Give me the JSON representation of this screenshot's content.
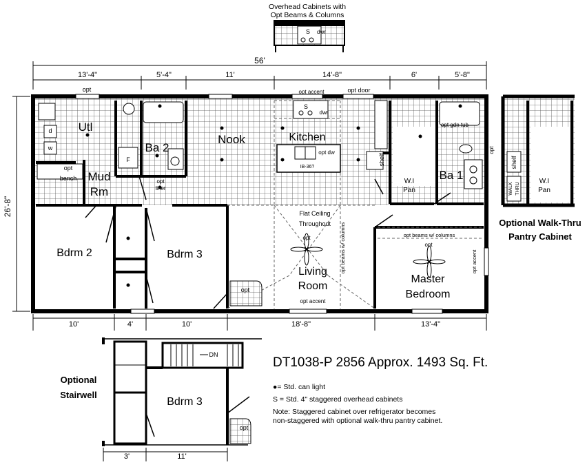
{
  "top_detail": {
    "title_line1": "Overhead Cabinets with",
    "title_line2": "Opt Beams & Columns",
    "s": "S",
    "dwr": "dwr"
  },
  "dims": {
    "overall_width": "56'",
    "overall_depth": "26'-8\"",
    "top": [
      "13'-4\"",
      "5'-4\"",
      "11'",
      "14'-8\"",
      "6'",
      "5'-8\""
    ],
    "bottom": [
      "10'",
      "4'",
      "10'",
      "18'-8\"",
      "13'-4\""
    ],
    "stair_bottom": [
      "3'",
      "11'"
    ]
  },
  "rooms": {
    "utl": "Utl",
    "ba2": "Ba 2",
    "nook": "Nook",
    "kitchen": "Kitchen",
    "ba1": "Ba 1",
    "mud1": "Mud",
    "mud2": "Rm",
    "bdrm2": "Bdrm 2",
    "bdrm3": "Bdrm 3",
    "living1": "Living",
    "living2": "Room",
    "master1": "Master",
    "master2": "Bedroom",
    "wi1": "W.I",
    "wi2": "Pan"
  },
  "labels": {
    "opt": "opt",
    "opt_accent": "opt accent",
    "opt_door": "opt door",
    "bench": "bench",
    "liner": "liner",
    "s": "S",
    "dwr": "dwr",
    "opt_dw": "opt dw",
    "ib": "IB-36?",
    "shelf": "shelf",
    "gdn_tub": "opt gdn tub",
    "d": "d",
    "w": "w",
    "f": "F",
    "flat1": "Flat Ceiling",
    "flat2": "Throughout",
    "beams_cols": "opt beams w/ columns",
    "walk": "WALK",
    "thru": "THRU",
    "dn": "DN"
  },
  "walkthru": {
    "line1": "Optional Walk-Thru",
    "line2": "Pantry Cabinet"
  },
  "stairwell": {
    "line1": "Optional",
    "line2": "Stairwell",
    "bdrm": "Bdrm 3"
  },
  "plan_title": "DT1038-P 2856  Approx. 1493 Sq. Ft.",
  "legend": {
    "can": "●= Std. can light",
    "s": "S = Std. 4\" staggered overhead cabinets",
    "note1": "Note: Staggered cabinet over refrigerator becomes",
    "note2": "non-staggered with optional walk-thru pantry cabinet."
  }
}
